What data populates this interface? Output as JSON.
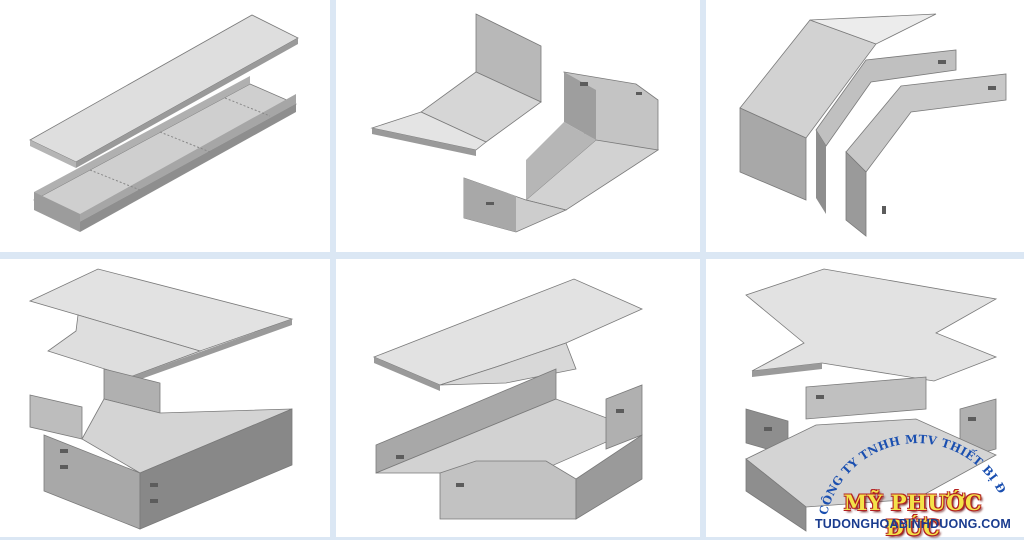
{
  "panels": [
    {
      "name": "straight-cable-tray"
    },
    {
      "name": "vertical-elbow-cable-tray"
    },
    {
      "name": "double-bend-cable-tray"
    },
    {
      "name": "horizontal-elbow-cable-tray"
    },
    {
      "name": "tee-cable-tray"
    },
    {
      "name": "cross-cable-tray"
    }
  ],
  "watermark": {
    "company": "CÔNG TY TNHH MTV THIẾT BỊ ĐIỆN",
    "brand": "MỸ PHƯỚC ĐỨC",
    "url": "TUDONGHOABINHDUONG.COM"
  },
  "colors": {
    "background": "#dbe7f4",
    "metal_light": "#e6e6e6",
    "metal_mid": "#c8c8c8",
    "metal_dark": "#8e8e8e",
    "brand_yellow": "#f3e24a",
    "brand_red": "#b32020",
    "brand_blue": "#1a4fb0"
  }
}
